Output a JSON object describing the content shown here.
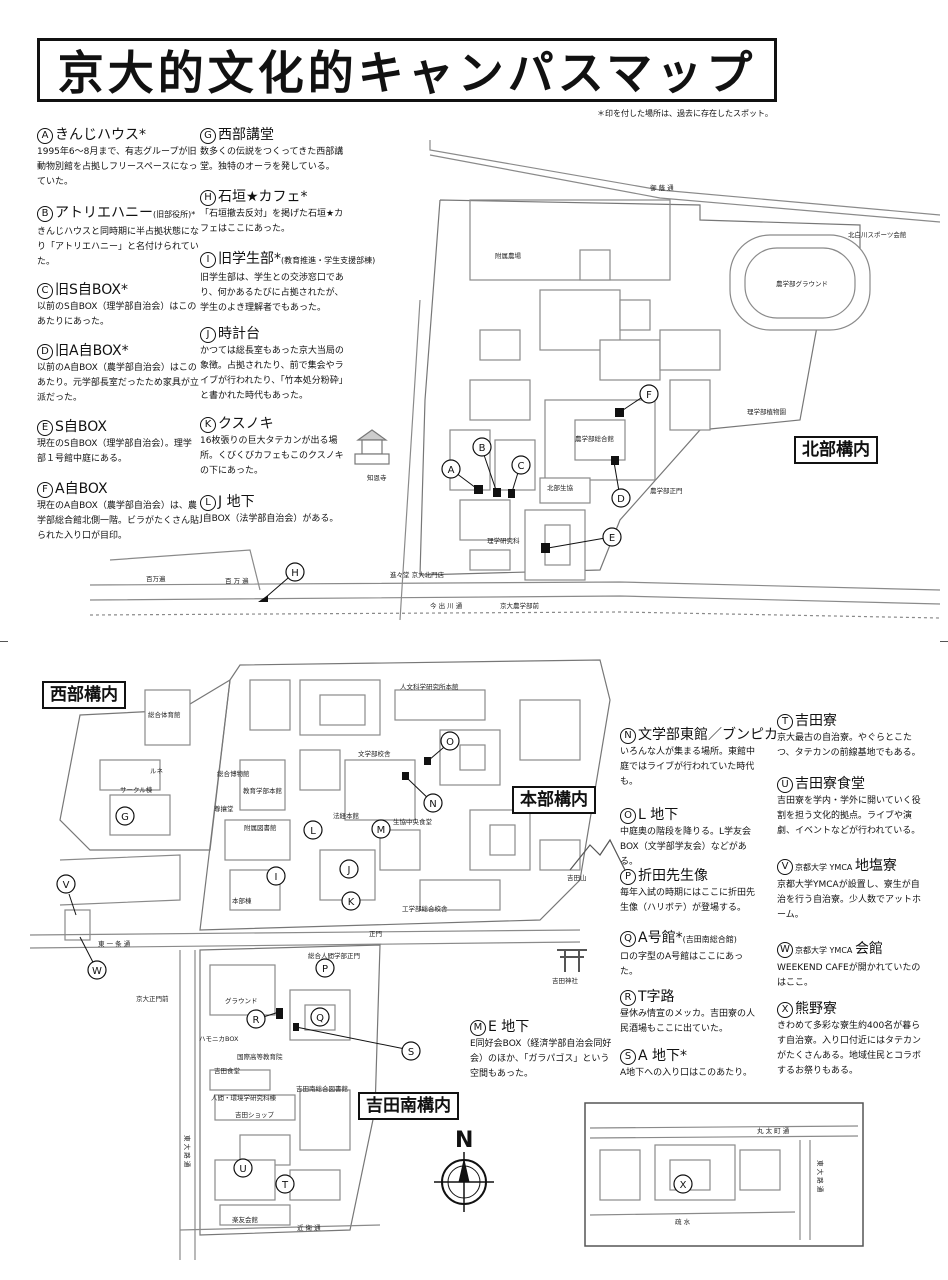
{
  "title": "京大的文化的キャンパスマップ",
  "note": "＊印を付した場所は、過去に存在したスポット。",
  "entries": [
    {
      "letter": "A",
      "name": "きんじハウス*",
      "sub": "",
      "desc": "1995年6〜8月まで、有志グループが旧動物別館を占拠しフリースペースになっていた。"
    },
    {
      "letter": "B",
      "name": "アトリエハニー",
      "sub": "(旧部役所)*",
      "desc": "きんじハウスと同時期に半占拠状態になり「アトリエハニー」と名付けられていた。"
    },
    {
      "letter": "C",
      "name": "旧S自BOX*",
      "sub": "",
      "desc": "以前のS自BOX（理学部自治会）はこのあたりにあった。"
    },
    {
      "letter": "D",
      "name": "旧A自BOX*",
      "sub": "",
      "desc": "以前のA自BOX（農学部自治会）はこのあたり。元学部長室だったため家具が立派だった。"
    },
    {
      "letter": "E",
      "name": "S自BOX",
      "sub": "",
      "desc": "現在のS自BOX（理学部自治会）。理学部１号館中庭にある。"
    },
    {
      "letter": "F",
      "name": "A自BOX",
      "sub": "",
      "desc": "現在のA自BOX（農学部自治会）は、農学部総合館北側一階。ビラがたくさん貼られた入り口が目印。"
    },
    {
      "letter": "G",
      "name": "西部講堂",
      "sub": "",
      "desc": "数多くの伝説をつくってきた西部講堂。独特のオーラを発している。"
    },
    {
      "letter": "H",
      "name": "石垣★カフェ*",
      "sub": "",
      "desc": "「石垣撤去反対」を掲げた石垣★カフェはここにあった。"
    },
    {
      "letter": "I",
      "name": "旧学生部*",
      "sub": "(教育推進・学生支援部棟)",
      "desc": "旧学生部は、学生との交渉窓口であり、何かあるたびに占拠されたが、学生のよき理解者でもあった。"
    },
    {
      "letter": "J",
      "name": "時計台",
      "sub": "",
      "desc": "かつては総長室もあった京大当局の象徴。占拠されたり、前で集会やライブが行われたり、「竹本処分粉砕」と書かれた時代もあった。"
    },
    {
      "letter": "K",
      "name": "クスノキ",
      "sub": "",
      "desc": "16枚張りの巨大タテカンが出る場所。くびくびカフェもこのクスノキの下にあった。"
    },
    {
      "letter": "L",
      "name": "J 地下",
      "sub": "",
      "desc": "J自BOX（法学部自治会）がある。"
    },
    {
      "letter": "M",
      "name": "E 地下",
      "sub": "",
      "desc": "E同好会BOX（経済学部自治会同好会）のほか、「ガラパゴス」という空間もあった。"
    },
    {
      "letter": "N",
      "name": "文学部東館／ブンピカ",
      "sub": "",
      "desc": "いろんな人が集まる場所。東館中庭ではライブが行われていた時代も。"
    },
    {
      "letter": "O",
      "name": "L 地下",
      "sub": "",
      "desc": "中庭奥の階段を降りる。L学友会BOX（文学部学友会）などがある。"
    },
    {
      "letter": "P",
      "name": "折田先生像",
      "sub": "",
      "desc": "毎年入試の時期にはここに折田先生像（ハリボテ）が登場する。"
    },
    {
      "letter": "Q",
      "name": "A号館*",
      "sub": "(吉田南総合館)",
      "desc": "ロの字型のA号館はここにあった。"
    },
    {
      "letter": "R",
      "name": "T字路",
      "sub": "",
      "desc": "昼休み情宣のメッカ。吉田寮の人民酒場もここに出ていた。"
    },
    {
      "letter": "S",
      "name": "A 地下*",
      "sub": "",
      "desc": "A地下への入り口はこのあたり。"
    },
    {
      "letter": "T",
      "name": "吉田寮",
      "sub": "",
      "desc": "京大最古の自治寮。やぐらとこたつ、タテカンの前線基地でもある。"
    },
    {
      "letter": "U",
      "name": "吉田寮食堂",
      "sub": "",
      "desc": "吉田寮を学内・学外に開いていく役割を担う文化的拠点。ライブや演劇、イベントなどが行われている。"
    },
    {
      "letter": "V",
      "name": "地塩寮",
      "sub": "京都大学 YMCA ",
      "desc": "京都大学YMCAが設置し、寮生が自治を行う自治寮。少人数でアットホーム。"
    },
    {
      "letter": "W",
      "name": "会館",
      "sub": "京都大学 YMCA ",
      "desc": "WEEKEND CAFEが開かれていたのはここ。"
    },
    {
      "letter": "X",
      "name": "熊野寮",
      "sub": "",
      "desc": "きわめて多彩な寮生約400名が暮らす自治寮。入り口付近にはタテカンがたくさんある。地域住民とコラボするお祭りもある。"
    }
  ],
  "areas": {
    "north": "北部構内",
    "west": "西部構内",
    "main": "本部構内",
    "south": "吉田南構内"
  },
  "north_labels": {
    "mikage": "御 蔭 通",
    "farm": "附属農場",
    "sports": "北白川スポーツ会館",
    "ground": "農学部グラウンド",
    "botanical": "理学部植物園",
    "agri": "農学部総合館",
    "coop": "北部生協",
    "gate": "農学部正門",
    "science": "理学研究科",
    "temple": "知恩寺",
    "shinshindo": "進々堂 京大北門店",
    "hyakumanben1": "百万遍",
    "hyakumanben2": "百 万 遍",
    "imadegawa": "今 出 川 通",
    "nogakubumae": "京大農学部前"
  },
  "main_labels": {
    "jinbun": "人文科学研究所本館",
    "bungakubu": "文学部校舎",
    "seikyo": "生協中央食堂",
    "hokeizai": "法経本館",
    "kogaku": "工学部総合校舎",
    "sogo_museum": "総合博物館",
    "kyoiku": "教育学部本館",
    "sonkeido": "尊攘堂",
    "library": "附属図書館",
    "honbu": "本部棟",
    "yoshidayama": "吉田山",
    "yoshidajinja": "吉田神社",
    "seimon": "正門"
  },
  "west_labels": {
    "gym": "総合体育館",
    "renee": "ルネ",
    "circle": "サークル棟"
  },
  "south_labels": {
    "ningen": "総合人間学部正門",
    "ground": "グラウンド",
    "harmonica": "ハモニカBOX",
    "kokusai": "国際高等教育院",
    "shokudo": "吉田食堂",
    "kankyo": "人間・環境学研究科棟",
    "shop": "吉田ショップ",
    "minami_lib": "吉田南総合図書館",
    "rakuyu": "楽友会館",
    "higashiichijo": "東 一 条 通",
    "seimonmae": "京大正門前",
    "higashioji": "東 大 路 通",
    "konoe": "近 衛 通"
  },
  "inset_labels": {
    "marutamachi": "丸 太 町 通",
    "higashioji": "東 大 路 通",
    "ebisu": "疏 水"
  },
  "compass": "N"
}
